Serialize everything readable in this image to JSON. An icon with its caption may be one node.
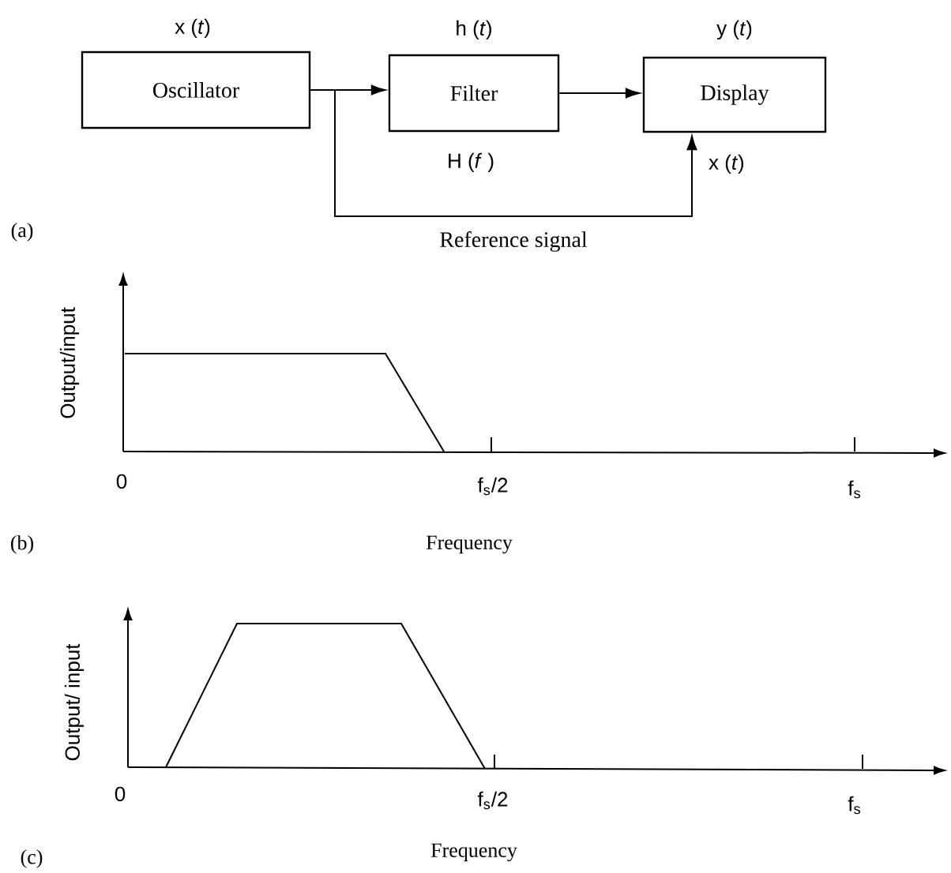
{
  "diagram": {
    "nodes": [
      {
        "text": [
          "Oscillator"
        ],
        "beside": [
          "x (*t*)"
        ]
      },
      {
        "text": [
          "Filter"
        ],
        "beside": [
          "h (*t*)",
          "H (*f* )"
        ]
      },
      {
        "text": [
          "Display"
        ],
        "beside": [
          "y (*t*)",
          "x (*t*)"
        ]
      }
    ],
    "edges": [
      {
        "from": 0,
        "to": 1,
        "arrow": "to"
      },
      {
        "from": 1,
        "to": 2,
        "arrow": "to"
      },
      {
        "from": 0,
        "to": 2,
        "arrow": "to",
        "label": "Reference signal"
      }
    ],
    "labels": [
      "(a)",
      "Output/input",
      "0",
      "f$_{s}$/2",
      "f$_{s}$",
      "(b)",
      "Frequency",
      "Output/ input",
      "0",
      "f$_{s}$/2",
      "f$_{s}$",
      "(c)",
      "Frequency"
    ]
  }
}
